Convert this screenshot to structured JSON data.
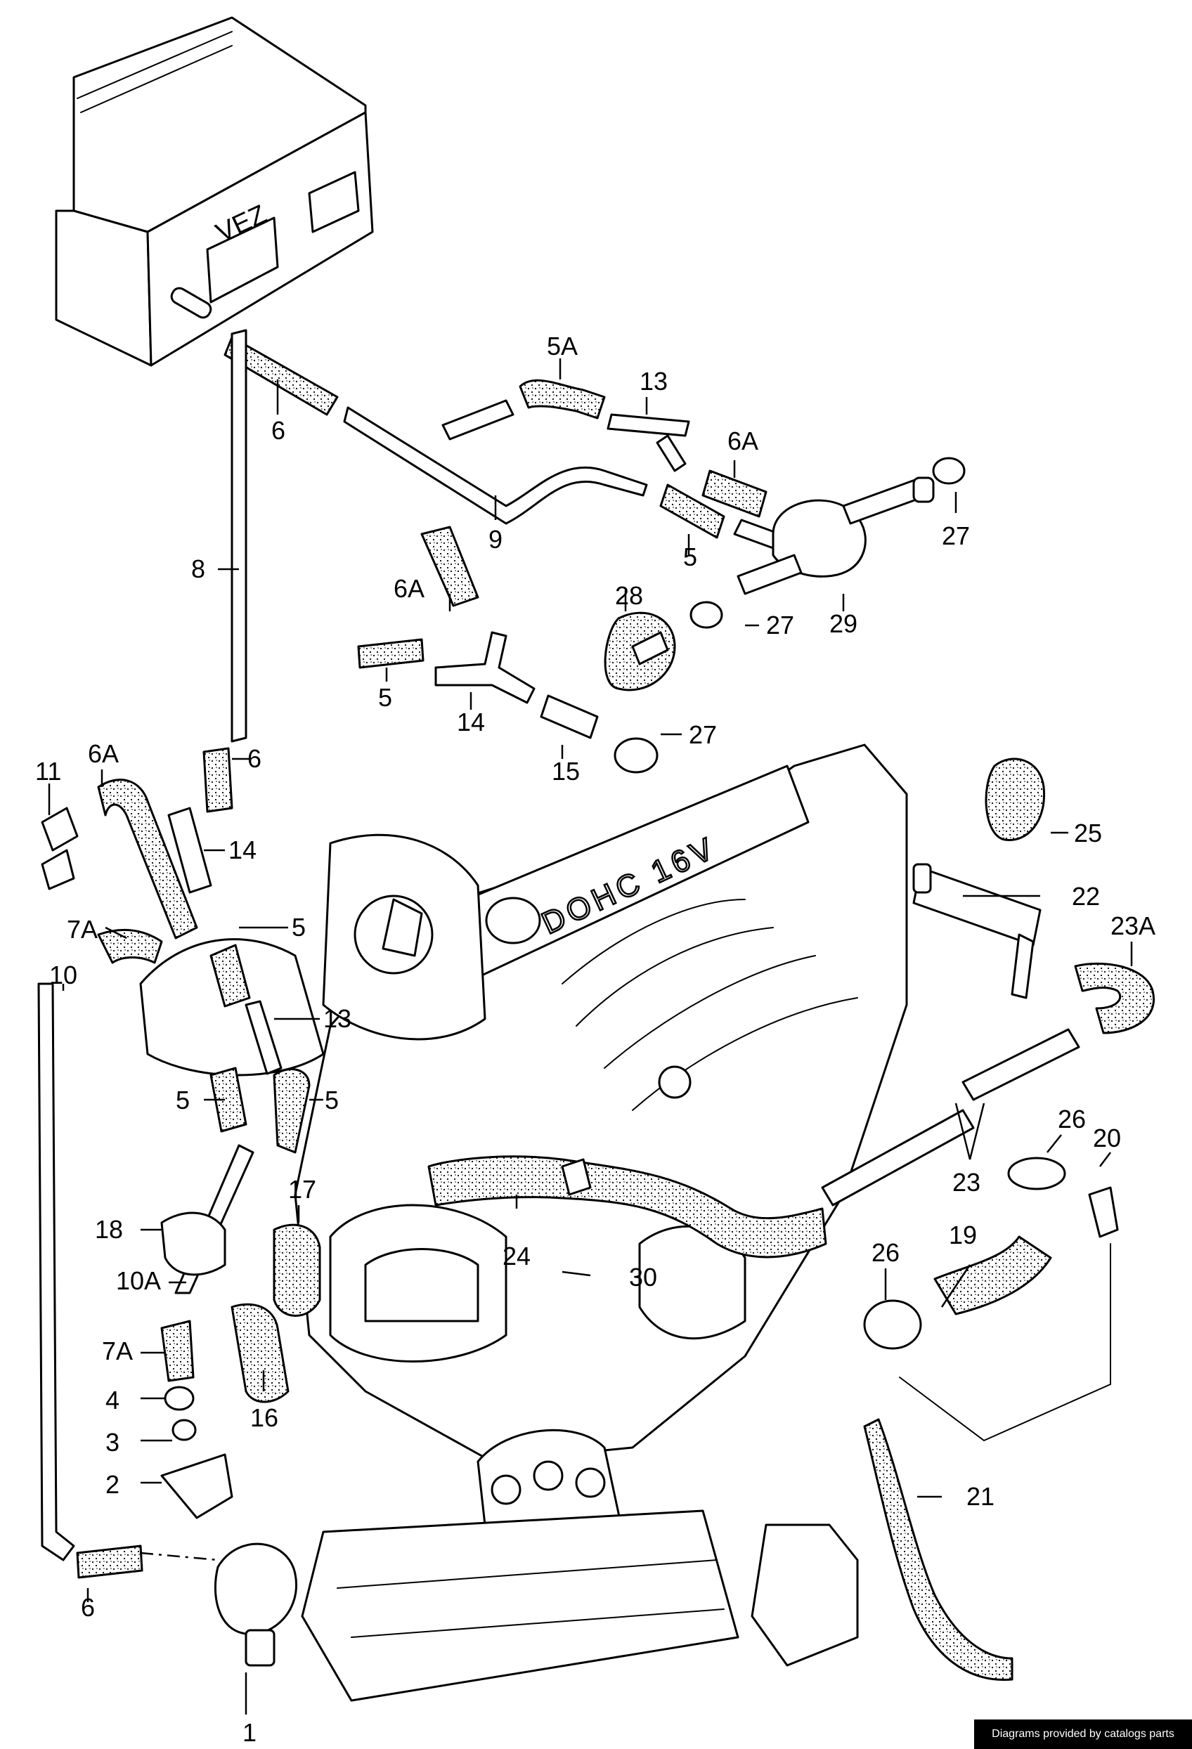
{
  "diagram": {
    "component_texts": {
      "control_unit": "VEZ",
      "valve_cover": "DOHC 16V"
    },
    "callouts": [
      {
        "id": "c1",
        "text": "1"
      },
      {
        "id": "c2",
        "text": "2"
      },
      {
        "id": "c3",
        "text": "3"
      },
      {
        "id": "c4",
        "text": "4"
      },
      {
        "id": "c5-top",
        "text": "5"
      },
      {
        "id": "c5-mid",
        "text": "5"
      },
      {
        "id": "c5-left1",
        "text": "5"
      },
      {
        "id": "c5-left2",
        "text": "5"
      },
      {
        "id": "c5-left3",
        "text": "5"
      },
      {
        "id": "c5a",
        "text": "5A"
      },
      {
        "id": "c6-top",
        "text": "6"
      },
      {
        "id": "c6-mid",
        "text": "6"
      },
      {
        "id": "c6-bottom",
        "text": "6"
      },
      {
        "id": "c6a-top",
        "text": "6A"
      },
      {
        "id": "c6a-mid",
        "text": "6A"
      },
      {
        "id": "c6a-left",
        "text": "6A"
      },
      {
        "id": "c7a-top",
        "text": "7A"
      },
      {
        "id": "c7a-bottom",
        "text": "7A"
      },
      {
        "id": "c8",
        "text": "8"
      },
      {
        "id": "c9",
        "text": "9"
      },
      {
        "id": "c10",
        "text": "10"
      },
      {
        "id": "c10a",
        "text": "10A"
      },
      {
        "id": "c11",
        "text": "11"
      },
      {
        "id": "c13-top",
        "text": "13"
      },
      {
        "id": "c13-mid",
        "text": "13"
      },
      {
        "id": "c14-mid",
        "text": "14"
      },
      {
        "id": "c14-left",
        "text": "14"
      },
      {
        "id": "c15",
        "text": "15"
      },
      {
        "id": "c16",
        "text": "16"
      },
      {
        "id": "c17",
        "text": "17"
      },
      {
        "id": "c18",
        "text": "18"
      },
      {
        "id": "c19",
        "text": "19"
      },
      {
        "id": "c20",
        "text": "20"
      },
      {
        "id": "c21",
        "text": "21"
      },
      {
        "id": "c22",
        "text": "22"
      },
      {
        "id": "c23",
        "text": "23"
      },
      {
        "id": "c23a",
        "text": "23A"
      },
      {
        "id": "c24",
        "text": "24"
      },
      {
        "id": "c25",
        "text": "25"
      },
      {
        "id": "c26-right",
        "text": "26"
      },
      {
        "id": "c26-left",
        "text": "26"
      },
      {
        "id": "c27-top",
        "text": "27"
      },
      {
        "id": "c27-mid",
        "text": "27"
      },
      {
        "id": "c27-low",
        "text": "27"
      },
      {
        "id": "c28",
        "text": "28"
      },
      {
        "id": "c29",
        "text": "29"
      },
      {
        "id": "c30",
        "text": "30"
      }
    ]
  },
  "footer": {
    "credit": "Diagrams provided by catalogs parts"
  }
}
